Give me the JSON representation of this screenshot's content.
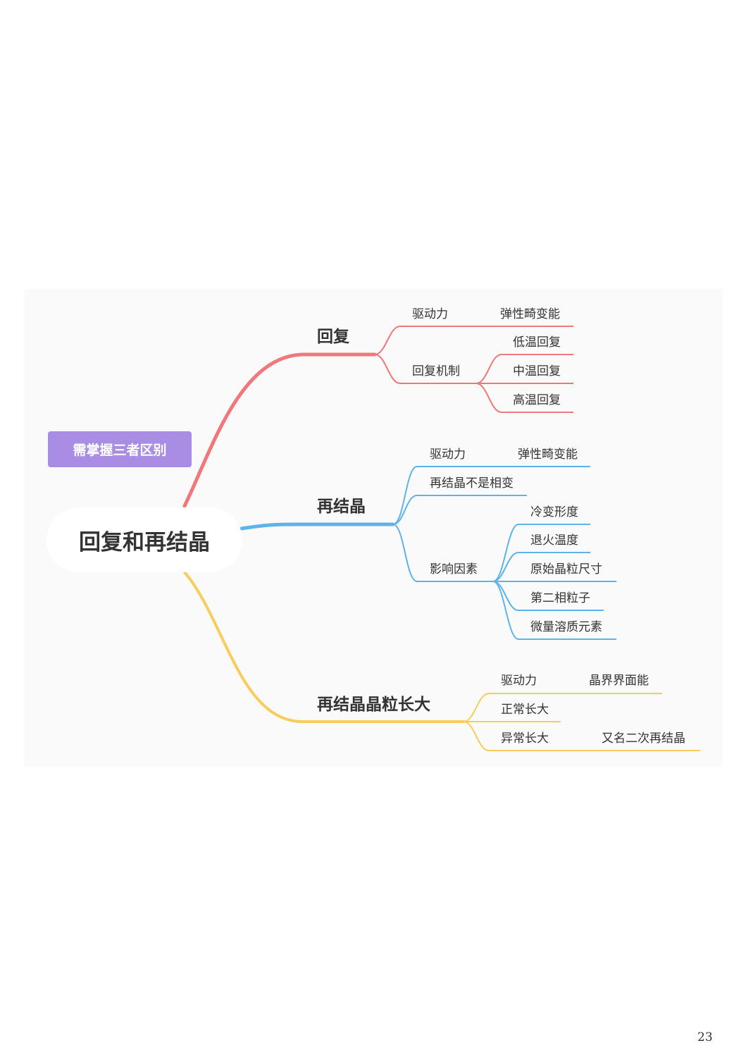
{
  "colors": {
    "recovery": "#f2777a",
    "recrystallization": "#5db3ea",
    "grain_growth": "#f9cd5c",
    "note": "#a98ce3",
    "panel": "#fafafa"
  },
  "mindmap": {
    "root": "回复和再结晶",
    "note": "需掌握三者区别",
    "branches": {
      "recovery": {
        "label": "回复",
        "driving_force": "驱动力",
        "driving_force_value": "弹性畸变能",
        "mechanism": "回复机制",
        "mechanisms": [
          "低温回复",
          "中温回复",
          "高温回复"
        ]
      },
      "recrystallization": {
        "label": "再结晶",
        "driving_force": "驱动力",
        "driving_force_value": "弹性畸变能",
        "not_phase_change": "再结晶不是相变",
        "factors": "影响因素",
        "factor_list": [
          "冷变形度",
          "退火温度",
          "原始晶粒尺寸",
          "第二相粒子",
          "微量溶质元素"
        ]
      },
      "grain_growth": {
        "label": "再结晶晶粒长大",
        "driving_force": "驱动力",
        "driving_force_value": "晶界界面能",
        "normal": "正常长大",
        "abnormal": "异常长大",
        "abnormal_alias": "又名二次再结晶"
      }
    }
  },
  "page_number": "23"
}
